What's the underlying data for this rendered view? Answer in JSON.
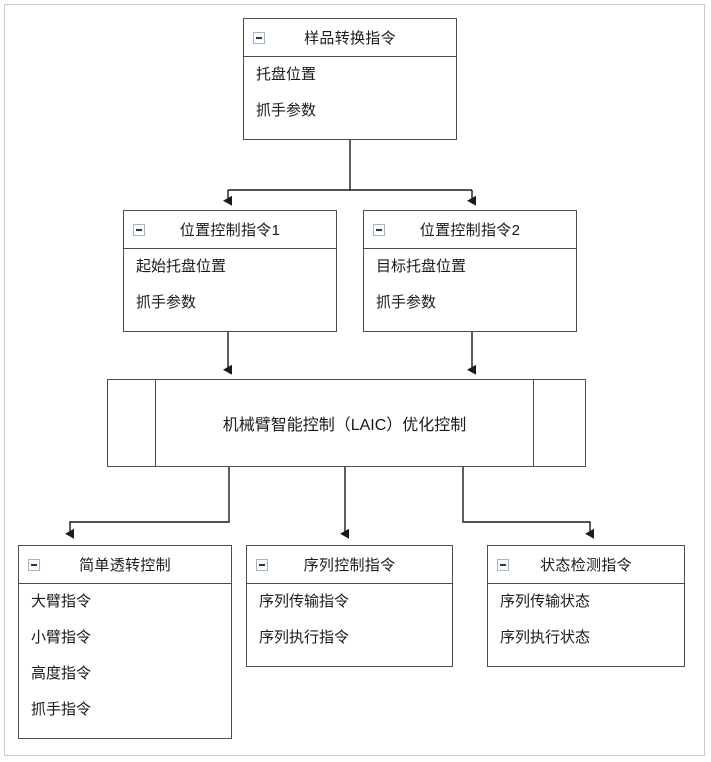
{
  "diagram": {
    "type": "uml-class-tree",
    "icon_name": "collapse-minus-icon",
    "accent_icon_border": "#9cb8d1",
    "line_color": "#1a1a1a",
    "box_border_color": "#4d4d4d",
    "frame_color": "#c9c9c9",
    "nodes": {
      "root": {
        "title": "样品转换指令",
        "attributes": [
          "托盘位置",
          "抓手参数"
        ]
      },
      "pos1": {
        "title": "位置控制指令1",
        "attributes": [
          "起始托盘位置",
          "抓手参数"
        ]
      },
      "pos2": {
        "title": "位置控制指令2",
        "attributes": [
          "目标托盘位置",
          "抓手参数"
        ]
      },
      "laic": {
        "text": "机械臂智能控制（LAIC）优化控制"
      },
      "leaf1": {
        "title": "简单透转控制",
        "attributes": [
          "大臂指令",
          "小臂指令",
          "高度指令",
          "抓手指令"
        ]
      },
      "leaf2": {
        "title": "序列控制指令",
        "attributes": [
          "序列传输指令",
          "序列执行指令"
        ]
      },
      "leaf3": {
        "title": "状态检测指令",
        "attributes": [
          "序列传输状态",
          "序列执行状态"
        ]
      }
    }
  }
}
